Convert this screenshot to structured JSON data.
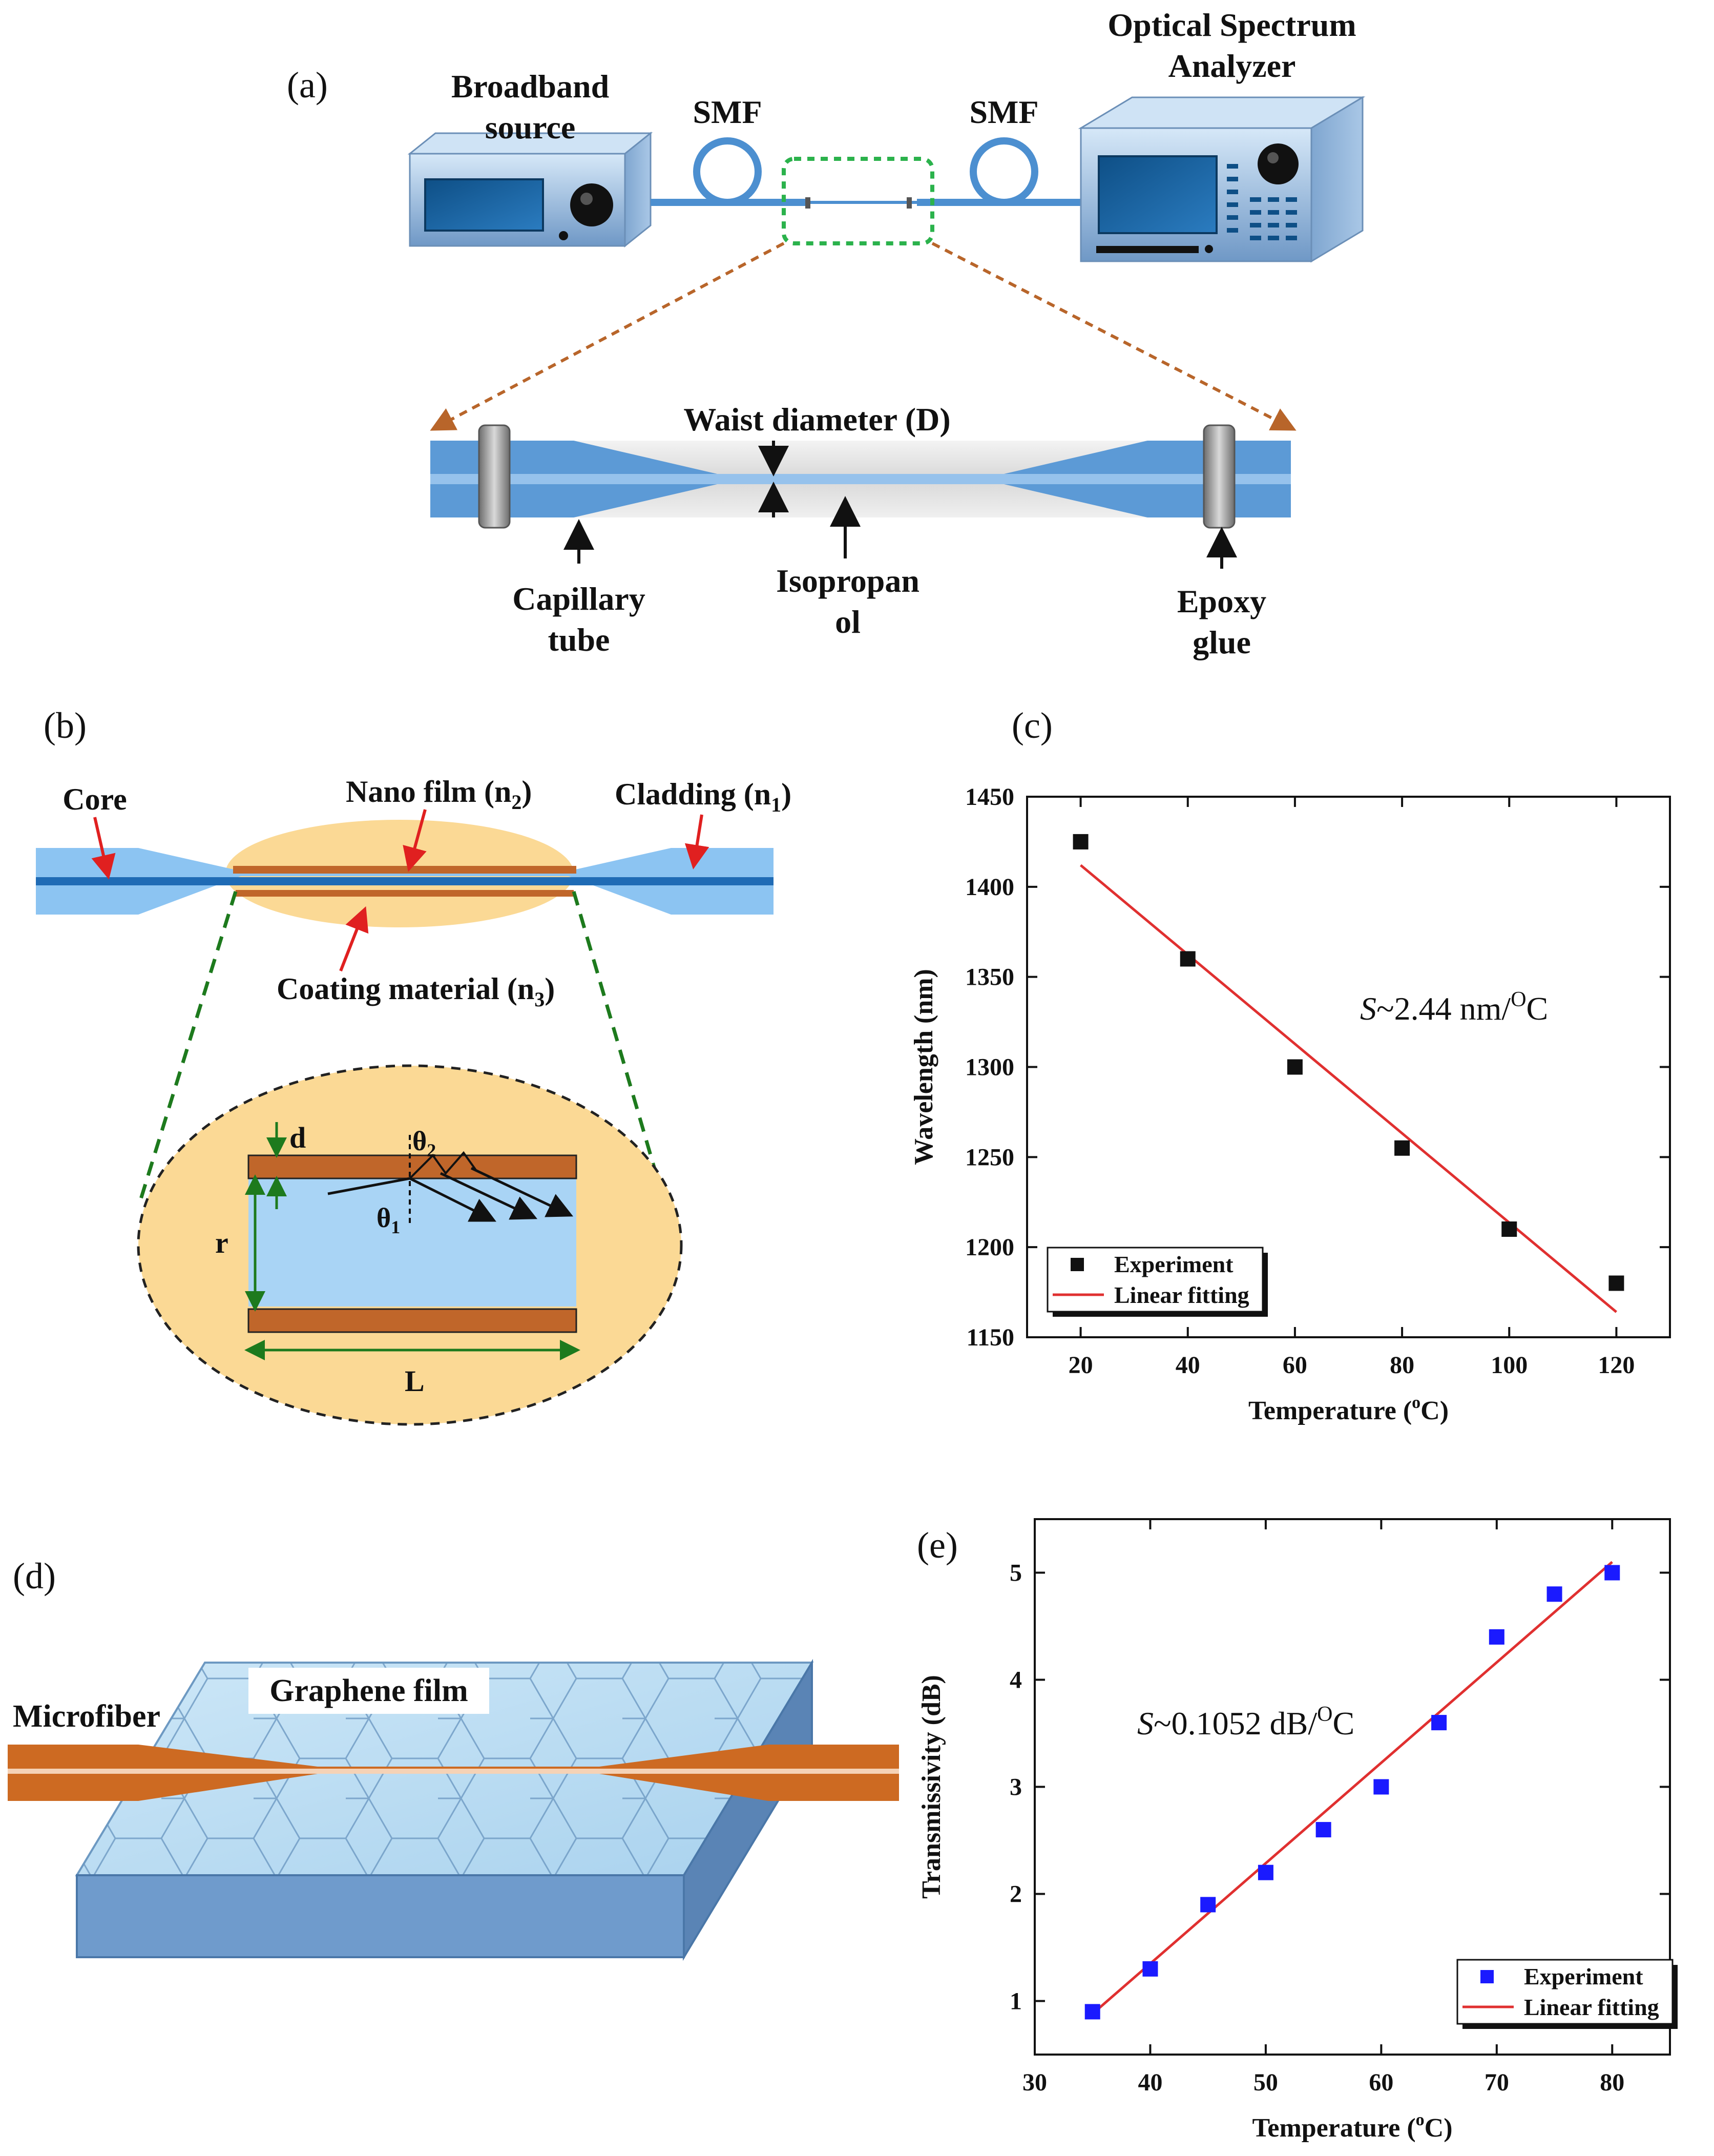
{
  "panels": {
    "a": {
      "label": "(a)",
      "source_line1": "Broadband",
      "source_line2": "source",
      "smf_left": "SMF",
      "smf_right": "SMF",
      "osa_line1": "Optical Spectrum",
      "osa_line2": "Analyzer",
      "waist": "Waist diameter (D)",
      "capillary_line1": "Capillary",
      "capillary_line2": "tube",
      "iso_line1": "Isopropan",
      "iso_line2": "ol",
      "epoxy_line1": "Epoxy",
      "epoxy_line2": "glue"
    },
    "b": {
      "label": "(b)",
      "core": "Core",
      "nano_film": "Nano film (n",
      "nano_sub": "2",
      "cladding": "Cladding (n",
      "cladding_sub": "1",
      "coating": "Coating material (n",
      "coating_sub": "3",
      "close": ")",
      "d": "d",
      "r": "r",
      "L": "L",
      "theta": "θ",
      "theta1_sub": "1",
      "theta2_sub": "2"
    },
    "d": {
      "label": "(d)",
      "graphene": "Graphene film",
      "microfiber": "Microfiber"
    }
  },
  "chart_data": [
    {
      "panel": "(c)",
      "type": "scatter",
      "xlabel": "Temperature (",
      "xlabel_sup": "o",
      "xlabel_end": "C)",
      "ylabel": "Wavelength (nm)",
      "xlim": [
        10,
        130
      ],
      "ylim": [
        1150,
        1450
      ],
      "xticks": [
        "20",
        "40",
        "60",
        "80",
        "100",
        "120"
      ],
      "yticks": [
        "1150",
        "1200",
        "1250",
        "1300",
        "1350",
        "1400",
        "1450"
      ],
      "annotation_S": "S",
      "annotation_rest": "~2.44 nm/",
      "annotation_sup": "O",
      "annotation_end": "C",
      "marker_color": "#111111",
      "fit_color": "#e03030",
      "legend_position": "bottom-left",
      "series": [
        {
          "name": "Experiment",
          "x": [
            20,
            40,
            60,
            80,
            100,
            120
          ],
          "y": [
            1425,
            1360,
            1300,
            1255,
            1210,
            1180
          ]
        },
        {
          "name": "Linear fitting",
          "x": [
            20,
            120
          ],
          "y": [
            1412,
            1164
          ]
        }
      ]
    },
    {
      "panel": "(e)",
      "type": "scatter",
      "xlabel": "Temperature (",
      "xlabel_sup": "o",
      "xlabel_end": "C)",
      "ylabel": "Transmissivity (dB)",
      "xlim": [
        30,
        85
      ],
      "ylim": [
        0.5,
        5.5
      ],
      "xticks": [
        "30",
        "40",
        "50",
        "60",
        "70",
        "80"
      ],
      "yticks": [
        "1",
        "2",
        "3",
        "4",
        "5"
      ],
      "annotation_S": "S",
      "annotation_rest": "~0.1052 dB/",
      "annotation_sup": "O",
      "annotation_end": "C",
      "marker_color": "#1a1aff",
      "fit_color": "#e03030",
      "legend_position": "bottom-right",
      "series": [
        {
          "name": "Experiment",
          "x": [
            35,
            40,
            45,
            50,
            55,
            60,
            65,
            70,
            75,
            80
          ],
          "y": [
            0.9,
            1.3,
            1.9,
            2.2,
            2.6,
            3.0,
            3.6,
            4.4,
            4.8,
            5.0
          ]
        },
        {
          "name": "Linear fitting",
          "x": [
            35,
            80
          ],
          "y": [
            0.88,
            5.1
          ]
        }
      ]
    }
  ]
}
